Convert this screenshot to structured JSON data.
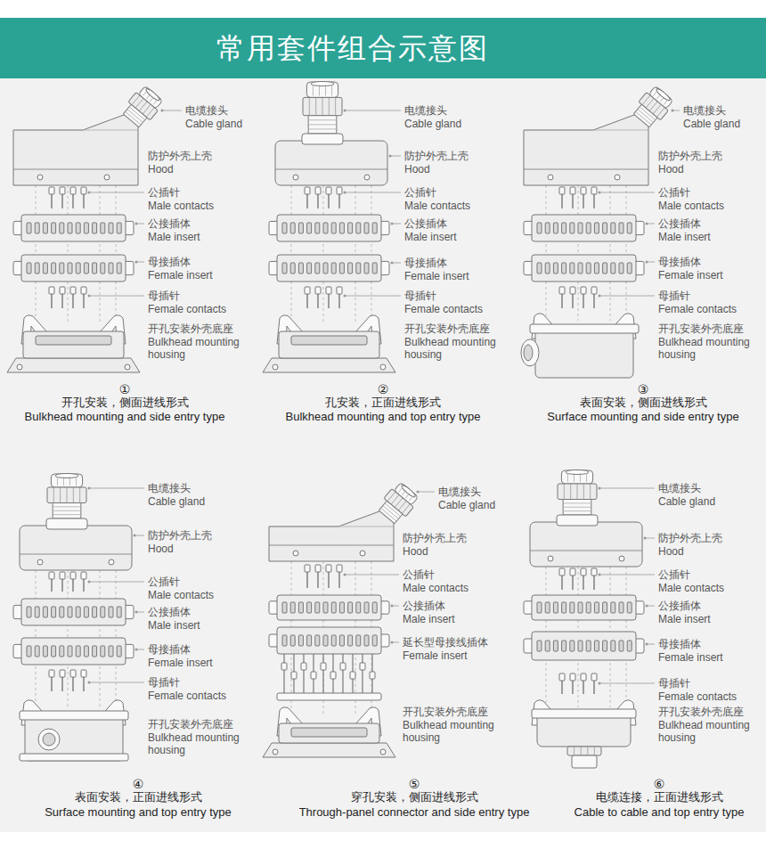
{
  "diagram": {
    "title": "常用套件组合示意图",
    "labels": [
      "电缆接头",
      "Cable gland",
      "防护外壳上壳",
      "Hood",
      "公插针",
      "Male contacts",
      "公接插体",
      "Male insert",
      "母接插体",
      "Female insert",
      "母插针",
      "Female contacts",
      "开孔安装外壳底座",
      "Bulkhead mounting housing",
      "①",
      "开孔安装，侧面进线形式",
      "Bulkhead mounting and side entry type",
      "电缆接头",
      "Cable gland",
      "防护外壳上壳",
      "Hood",
      "公插针",
      "Male contacts",
      "公接插体",
      "Male insert",
      "母接插体",
      "Female insert",
      "母插针",
      "Female contacts",
      "开孔安装外壳底座",
      "Bulkhead mounting housing",
      "②",
      "孔安装，正面进线形式",
      "Bulkhead mounting and top entry type",
      "电缆接头",
      "Cable gland",
      "防护外壳上壳",
      "Hood",
      "公插针",
      "Male contacts",
      "公接插体",
      "Male insert",
      "母接插体",
      "Female insert",
      "母插针",
      "Female contacts",
      "开孔安装外壳底座",
      "Bulkhead mounting housing",
      "③",
      "表面安装，侧面进线形式",
      "Surface mounting and side entry type",
      "电缆接头",
      "Cable gland",
      "防护外壳上壳",
      "Hood",
      "公插针",
      "Male contacts",
      "公接插体",
      "Male insert",
      "母接插体",
      "Female insert",
      "母插针",
      "Female contacts",
      "开孔安装外壳底座",
      "Bulkhead mounting housing",
      "④",
      "表面安装，正面进线形式",
      "Surface mounting and top entry type",
      "电缆接头",
      "Cable gland",
      "防护外壳上壳",
      "Hood",
      "公插针",
      "Male contacts",
      "公接插体",
      "Male insert",
      "延长型母接线插体",
      "Female insert",
      "开孔安装外壳底座",
      "Bulkhead mounting housing",
      "⑤",
      "穿孔安装，侧面进线形式",
      "Through-panel connector and side entry type",
      "电缆接头",
      "Cable gland",
      "防护外壳上壳",
      "Hood",
      "公插针",
      "Male contacts",
      "公接插体",
      "Male insert",
      "母接插体",
      "Female insert",
      "母插针",
      "Female contacts",
      "开孔安装外壳底座",
      "Bulkhead mounting housing",
      "⑥",
      "电缆连接，正面进线形式",
      "Cable to cable and top entry type"
    ]
  }
}
